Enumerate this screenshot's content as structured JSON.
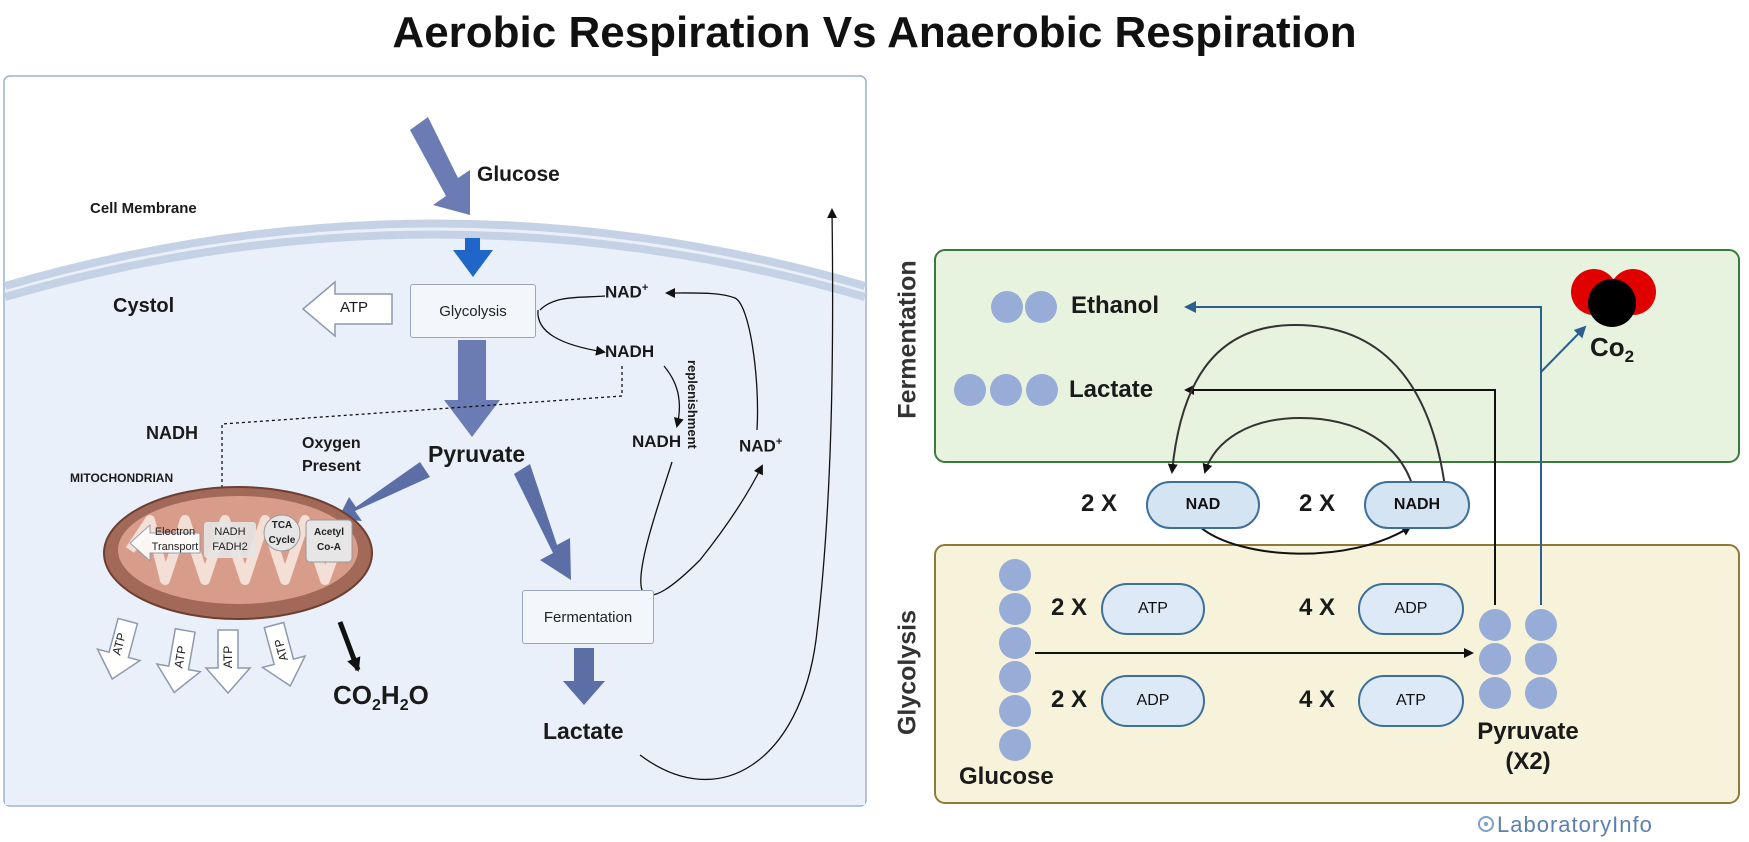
{
  "title": "Aerobic Respiration Vs Anaerobic Respiration",
  "left": {
    "glucose": "Glucose",
    "cell_membrane": "Cell Membrane",
    "cystol": "Cystol",
    "atp": "ATP",
    "glycolysis": "Glycolysis",
    "nad_plus_1": "NAD",
    "nadh_1": "NADH",
    "nadh_2": "NADH",
    "nad_plus_2": "NAD",
    "plus": "+",
    "replenishment": "replenishment",
    "nadh_left": "NADH",
    "oxygen_present_1": "Oxygen",
    "oxygen_present_2": "Present",
    "pyruvate": "Pyruvate",
    "mitochondrian": "MITOCHONDRIAN",
    "electron_1": "Electron",
    "electron_2": "Transport",
    "nadh_m": "NADH",
    "fadh2": "FADH2",
    "tca_1": "TCA",
    "tca_2": "Cycle",
    "acetyl_1": "Acetyl",
    "acetyl_2": "Co-A",
    "atp_out": [
      "ATP",
      "ATP",
      "ATP",
      "ATP"
    ],
    "co2h2o": {
      "co": "CO",
      "two_a": "2",
      "h": "H",
      "two_b": "2",
      "o": "O"
    },
    "fermentation": "Fermentation",
    "lactate": "Lactate"
  },
  "right": {
    "fermentation_side": "Fermentation",
    "glycolysis_side": "Glycolysis",
    "ethanol": "Ethanol",
    "lactate": "Lactate",
    "co2": {
      "co": "Co",
      "sub": "2"
    },
    "nad_mult": "2 X",
    "nad": "NAD",
    "nadh_mult": "2 X",
    "nadh": "NADH",
    "atp_mult": "2 X",
    "atp": "ATP",
    "adp_mult_top": "4 X",
    "adp_top": "ADP",
    "adp_mult": "2 X",
    "adp": "ADP",
    "atp_mult_bottom": "4 X",
    "atp_bottom": "ATP",
    "glucose": "Glucose",
    "pyruvate_1": "Pyruvate",
    "pyruvate_2": "(X2)"
  },
  "watermark": "LaboratoryInfo",
  "colors": {
    "left_bg": "#eaf0fa",
    "arrow_blue": "#5b6fa6",
    "ferm_green": "#e8f3df",
    "glyc_yellow": "#f7f3da",
    "molecule": "#98acd8",
    "co2_red": "#e00000",
    "arrow_navy": "#2b5f8f"
  }
}
